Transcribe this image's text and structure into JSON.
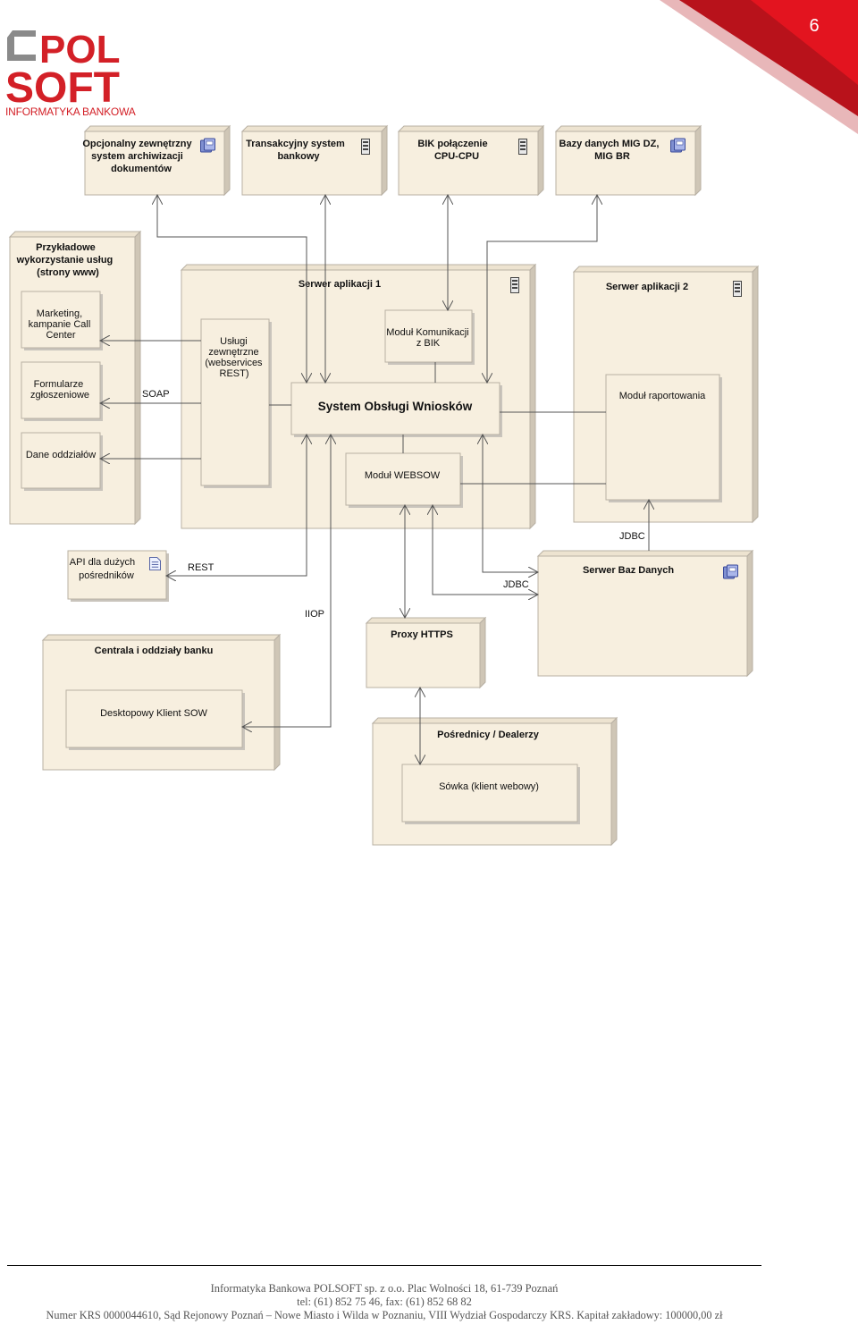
{
  "page_number": "6",
  "logo": {
    "brand_top": "POL",
    "brand_bottom": "SOFT",
    "tagline": "INFORMATYKA BANKOWA",
    "color": "#d32027"
  },
  "colors": {
    "node_fill": "#f7efdf",
    "node_border": "#b8b0a3",
    "line": "#555555",
    "accent_red": "#c8101c"
  },
  "nodes": {
    "archive": {
      "label": [
        "Opcjonalny zewnętrzny",
        "system archiwizacji",
        "dokumentów"
      ],
      "icon": "database-icon"
    },
    "core_banking": {
      "label": [
        "Transakcyjny system",
        "bankowy"
      ],
      "icon": "server-icon"
    },
    "bik": {
      "label": [
        "BIK połączenie",
        "CPU-CPU"
      ],
      "icon": "server-icon"
    },
    "mig": {
      "label": [
        "Bazy danych MIG DZ,",
        "MIG BR"
      ],
      "icon": "database-icon"
    },
    "usage": {
      "label": [
        "Przykładowe",
        "wykorzystanie usług",
        "(strony www)"
      ],
      "marketing": [
        "Marketing,",
        "kampanie Call",
        "Center"
      ],
      "forms": [
        "Formularze",
        "zgłoszeniowe"
      ],
      "branches": [
        "Dane oddziałów"
      ]
    },
    "app_server_1": {
      "label": "Serwer aplikacji 1",
      "icon": "server-icon",
      "external_services": [
        "Usługi",
        "zewnętrzne",
        "(webservices",
        "REST)"
      ],
      "bik_module": [
        "Moduł Komunikacji",
        "z BIK"
      ],
      "sow": "System Obsługi Wniosków",
      "websow": "Moduł WEBSOW"
    },
    "app_server_2": {
      "label": "Serwer aplikacji 2",
      "icon": "server-icon",
      "reporting": "Moduł raportowania"
    },
    "api": {
      "label": [
        "API dla dużych",
        "pośredników"
      ],
      "icon": "document-icon"
    },
    "db_server": {
      "label": "Serwer Baz Danych",
      "icon": "database-icon"
    },
    "hq": {
      "label": "Centrala i oddziały banku",
      "client": "Desktopowy Klient SOW"
    },
    "proxy": {
      "label": "Proxy HTTPS"
    },
    "brokers": {
      "label": "Pośrednicy / Dealerzy",
      "client": "Sówka (klient webowy)"
    }
  },
  "connections": {
    "soap": "SOAP",
    "rest": "REST",
    "iiop": "IIOP",
    "jdbc_db": "JDBC",
    "jdbc_report": "JDBC"
  },
  "footer": {
    "line1": "Informatyka Bankowa POLSOFT sp. z o.o. Plac Wolności 18, 61-739 Poznań",
    "line2": "tel: (61) 852 75 46, fax: (61) 852 68 82",
    "line3": "Numer KRS 0000044610, Sąd Rejonowy Poznań – Nowe Miasto i Wilda w Poznaniu, VIII Wydział Gospodarczy KRS. Kapitał zakładowy: 100000,00 zł"
  }
}
